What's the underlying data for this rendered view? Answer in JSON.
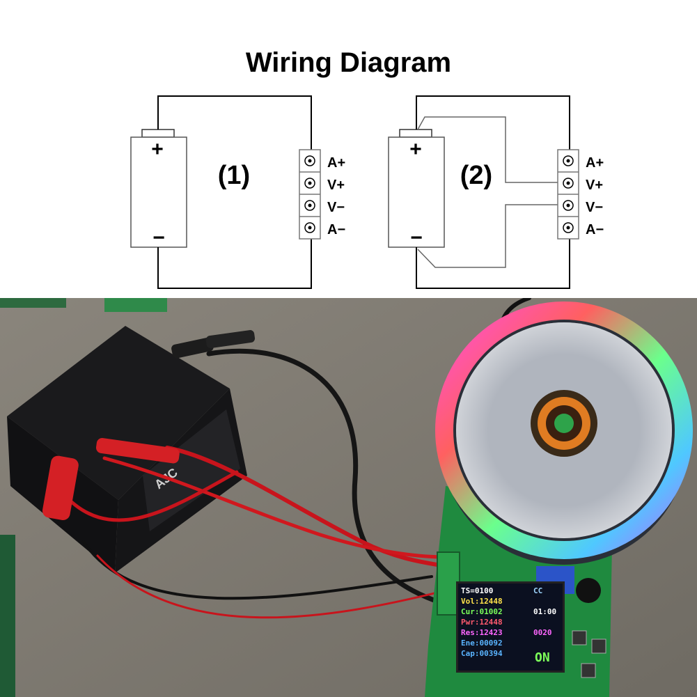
{
  "title": "Wiring Diagram",
  "diagram1": {
    "label": "(1)",
    "plus": "+",
    "minus": "−"
  },
  "diagram2": {
    "label": "(2)",
    "plus": "+",
    "minus": "−"
  },
  "terminals": [
    "A+",
    "V+",
    "V−",
    "A−"
  ],
  "photo": {
    "battery_brand": "AJC",
    "lcd": {
      "rows": [
        {
          "label": "TS=",
          "value": "0100",
          "color": "#ffffff"
        },
        {
          "label": "Vol:",
          "value": "12448",
          "color": "#ffe24a"
        },
        {
          "label": "Cur:",
          "value": "01002",
          "color": "#7cff5a"
        },
        {
          "label": "Pwr:",
          "value": "12448",
          "color": "#ff5a6e"
        },
        {
          "label": "Res:",
          "value": "12423",
          "color": "#ff66ff"
        },
        {
          "label": "Ene:",
          "value": "00092",
          "color": "#5ab4ff"
        },
        {
          "label": "Cap:",
          "value": "00394",
          "color": "#5ab4ff"
        }
      ],
      "mode": "CC",
      "timer": "01:00",
      "cutoff": "0020",
      "state": "ON"
    }
  }
}
